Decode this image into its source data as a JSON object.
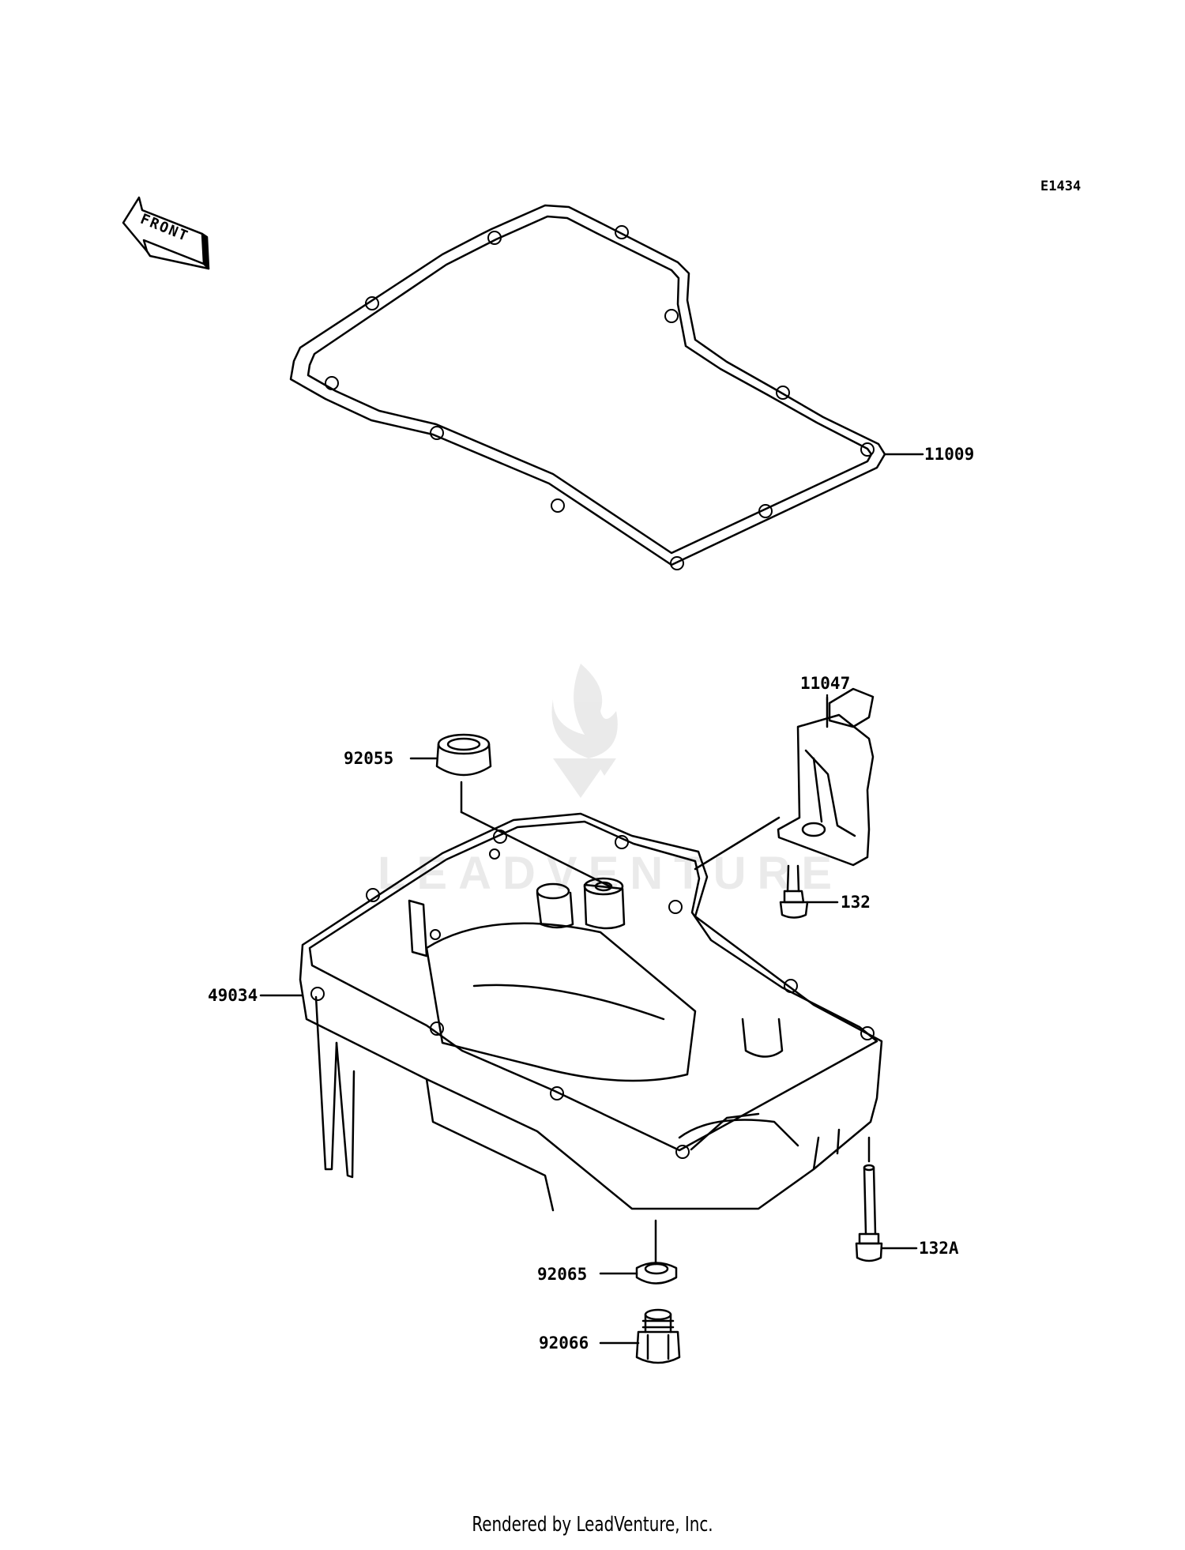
{
  "figure_code": "E1434",
  "front_label": "FRONT",
  "watermark": "LEADVENTURE",
  "footer": "Rendered by LeadVenture, Inc.",
  "callouts": [
    {
      "id": "11009",
      "part": "gasket"
    },
    {
      "id": "11047",
      "part": "bracket"
    },
    {
      "id": "92055",
      "part": "collar-seal"
    },
    {
      "id": "132",
      "part": "flange-bolt-short"
    },
    {
      "id": "49034",
      "part": "oil-pan"
    },
    {
      "id": "132A",
      "part": "flange-bolt-long"
    },
    {
      "id": "92065",
      "part": "washer"
    },
    {
      "id": "92066",
      "part": "drain-plug"
    }
  ]
}
